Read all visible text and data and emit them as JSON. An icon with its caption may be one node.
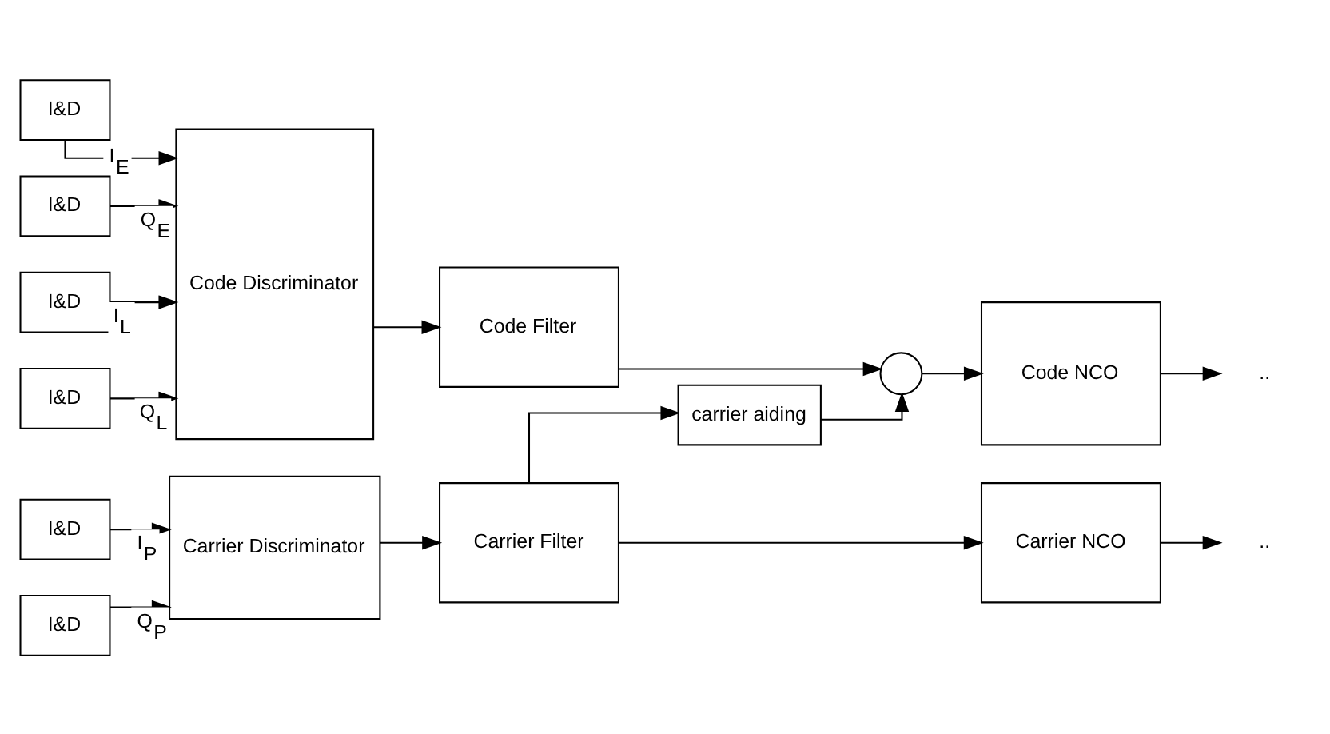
{
  "diagram": {
    "nodes": [
      {
        "text": [
          "I&D"
        ]
      },
      {
        "text": [
          "I&D"
        ]
      },
      {
        "text": [
          "I&D"
        ]
      },
      {
        "text": [
          "I&D"
        ]
      },
      {
        "text": [
          "Code Discriminator"
        ]
      },
      {
        "text": [
          "Code Filter"
        ]
      },
      {
        "text": [],
        "shape": "circle"
      },
      {
        "text": [
          "Code NCO"
        ]
      },
      {
        "text": [
          "carrier aiding"
        ]
      },
      {
        "text": [
          "I&D"
        ]
      },
      {
        "text": [
          "I&D"
        ]
      },
      {
        "text": [
          "Carrier Discriminator"
        ]
      },
      {
        "text": [
          "Carrier Filter"
        ]
      },
      {
        "text": [
          "Carrier NCO"
        ]
      },
      {
        "text": [
          ".."
        ]
      },
      {
        "text": [
          ".."
        ]
      }
    ],
    "edges": [
      {
        "from": 0,
        "to": 4,
        "arrow": "to",
        "label": "I$_{E}$"
      },
      {
        "from": 1,
        "to": 4,
        "arrow": "to",
        "label": "Q$_{E}$"
      },
      {
        "from": 2,
        "to": 4,
        "arrow": "to",
        "label": "I$_{L}$"
      },
      {
        "from": 3,
        "to": 4,
        "arrow": "to",
        "label": "Q$_{L}$"
      },
      {
        "from": 4,
        "to": 5,
        "arrow": "to"
      },
      {
        "from": 5,
        "to": 6,
        "arrow": "to"
      },
      {
        "from": 6,
        "to": 7,
        "arrow": "to"
      },
      {
        "from": 7,
        "to": 14,
        "arrow": "to"
      },
      {
        "from": 9,
        "to": 11,
        "arrow": "to",
        "label": "I$_{P}$"
      },
      {
        "from": 10,
        "to": 11,
        "arrow": "to",
        "label": "Q$_{P}$"
      },
      {
        "from": 11,
        "to": 12,
        "arrow": "to"
      },
      {
        "from": 12,
        "to": 13,
        "arrow": "to"
      },
      {
        "from": 12,
        "to": 8,
        "arrow": "to"
      },
      {
        "from": 8,
        "to": 6,
        "arrow": "to"
      },
      {
        "from": 13,
        "to": 15,
        "arrow": "to"
      }
    ]
  }
}
